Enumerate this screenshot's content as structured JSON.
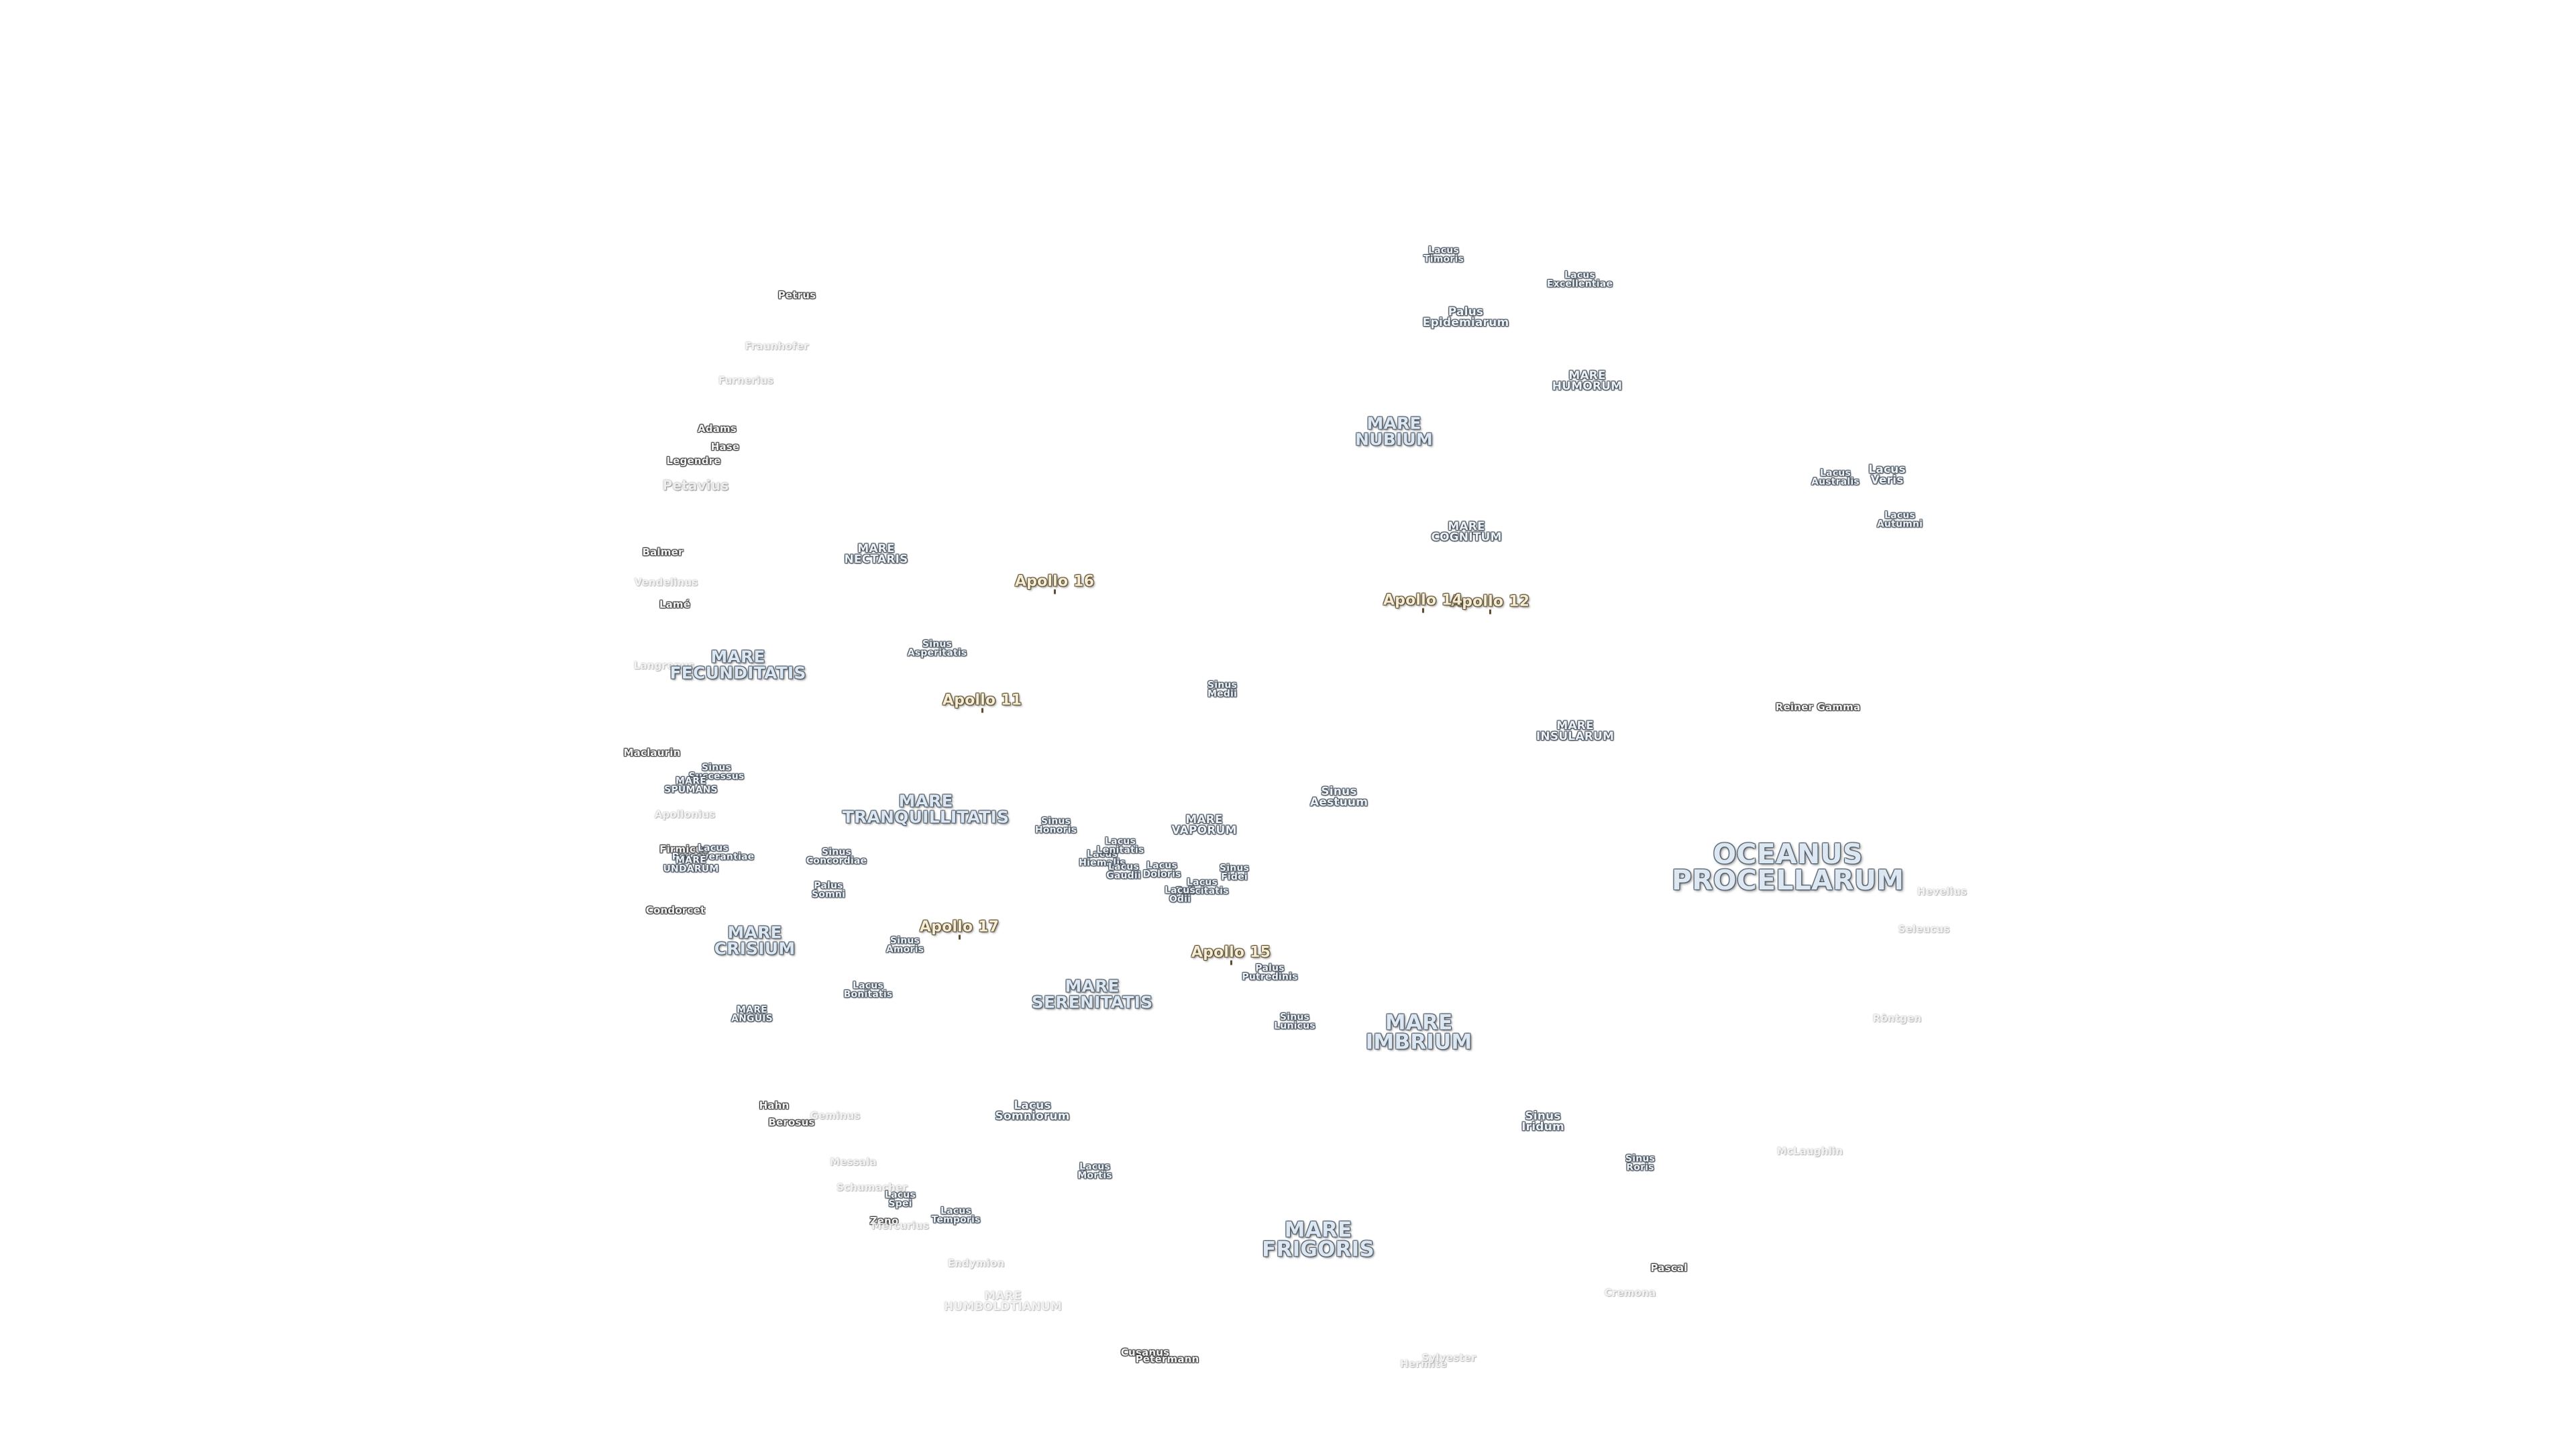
{
  "map": {
    "maria": [
      {
        "id": "oceanus-procellarum",
        "text": "OCEANUS\nPROCELLARUM",
        "cls": "ocean"
      },
      {
        "id": "mare-frigoris",
        "text": "MARE\nFRIGORIS",
        "cls": "big"
      },
      {
        "id": "mare-imbrium",
        "text": "MARE\nIMBRIUM",
        "cls": "big"
      },
      {
        "id": "mare-serenitatis",
        "text": "MARE\nSERENITATIS",
        "cls": "mare"
      },
      {
        "id": "mare-tranquillitatis",
        "text": "MARE\nTRANQUILLITATIS",
        "cls": "mare"
      },
      {
        "id": "mare-crisium",
        "text": "MARE\nCRISIUM",
        "cls": "mare"
      },
      {
        "id": "mare-fecunditatis",
        "text": "MARE\nFECUNDITATIS",
        "cls": "mare"
      },
      {
        "id": "mare-nectaris",
        "text": "MARE\nNECTARIS",
        "cls": "small"
      },
      {
        "id": "mare-nubium",
        "text": "MARE\nNUBIUM",
        "cls": "mare"
      },
      {
        "id": "mare-humorum",
        "text": "MARE\nHUMORUM",
        "cls": "small"
      },
      {
        "id": "mare-cognitum",
        "text": "MARE\nCOGNITUM",
        "cls": "small"
      },
      {
        "id": "mare-insularum",
        "text": "MARE\nINSULARUM",
        "cls": "small"
      },
      {
        "id": "mare-vaporum",
        "text": "MARE\nVAPORUM",
        "cls": "small"
      },
      {
        "id": "mare-anguis",
        "text": "MARE\nANGUIS",
        "cls": "mini"
      },
      {
        "id": "mare-undarum",
        "text": "MARE\nUNDARUM",
        "cls": "mini"
      },
      {
        "id": "mare-spumans",
        "text": "MARE\nSPUMANS",
        "cls": "mini"
      },
      {
        "id": "mare-humboldtianum",
        "text": "MARE\nHUMBOLDTIANUM",
        "cls": "faintmare"
      }
    ],
    "features": [
      {
        "id": "lacus-timoris",
        "text": "Lacus\nTimoris",
        "cls": "mini"
      },
      {
        "id": "lacus-excellentiae",
        "text": "Lacus\nExcellentiae",
        "cls": "mini"
      },
      {
        "id": "palus-epidemiarum",
        "text": "Palus\nEpidemiarum",
        "cls": "small"
      },
      {
        "id": "lacus-veris",
        "text": "Lacus\nVeris",
        "cls": "small"
      },
      {
        "id": "lacus-australis",
        "text": "Lacus\nAustralis",
        "cls": "mini"
      },
      {
        "id": "lacus-autumni",
        "text": "Lacus\nAutumni",
        "cls": "mini"
      },
      {
        "id": "sinus-asperitatis",
        "text": "Sinus\nAsperitatis",
        "cls": "mini"
      },
      {
        "id": "sinus-medii",
        "text": "Sinus\nMedii",
        "cls": "mini"
      },
      {
        "id": "sinus-aestuum",
        "text": "Sinus\nAestuum",
        "cls": "small"
      },
      {
        "id": "sinus-successus",
        "text": "Sinus\nSuccessus",
        "cls": "mini"
      },
      {
        "id": "sinus-honoris",
        "text": "Sinus\nHonoris",
        "cls": "mini"
      },
      {
        "id": "sinus-concordiae",
        "text": "Sinus\nConcordiae",
        "cls": "mini"
      },
      {
        "id": "palus-somni",
        "text": "Palus\nSomni",
        "cls": "mini"
      },
      {
        "id": "lacus-hiemalis",
        "text": "Lacus\nHiemalis",
        "cls": "mini"
      },
      {
        "id": "lacus-lenitatis",
        "text": "Lacus\nLenitatis",
        "cls": "mini"
      },
      {
        "id": "lacus-gaudii",
        "text": "Lacus\nGaudii",
        "cls": "mini"
      },
      {
        "id": "lacus-doloris",
        "text": "Lacus\nDoloris",
        "cls": "mini"
      },
      {
        "id": "lacus-felicitatis",
        "text": "Lacus\nFelicitatis",
        "cls": "mini"
      },
      {
        "id": "lacus-odii",
        "text": "Lacus\nOdii",
        "cls": "mini"
      },
      {
        "id": "sinus-fidei",
        "text": "Sinus\nFidei",
        "cls": "mini"
      },
      {
        "id": "lacus-perseverantiae",
        "text": "Lacus\nPerseverantiae",
        "cls": "mini"
      },
      {
        "id": "sinus-amoris",
        "text": "Sinus\nAmoris",
        "cls": "mini"
      },
      {
        "id": "lacus-bonitatis",
        "text": "Lacus\nBonitatis",
        "cls": "mini"
      },
      {
        "id": "palus-putredinis",
        "text": "Palus\nPutredinis",
        "cls": "mini"
      },
      {
        "id": "sinus-lunicus",
        "text": "Sinus\nLunicus",
        "cls": "mini"
      },
      {
        "id": "lacus-somniorum",
        "text": "Lacus\nSomniorum",
        "cls": "small"
      },
      {
        "id": "lacus-mortis",
        "text": "Lacus\nMortis",
        "cls": "mini"
      },
      {
        "id": "lacus-spei",
        "text": "Lacus\nSpei",
        "cls": "mini"
      },
      {
        "id": "lacus-temporis",
        "text": "Lacus\nTemporis",
        "cls": "mini"
      },
      {
        "id": "sinus-iridum",
        "text": "Sinus\nIridum",
        "cls": "small"
      },
      {
        "id": "sinus-roris",
        "text": "Sinus\nRoris",
        "cls": "mini"
      }
    ],
    "craters": [
      {
        "id": "petavius",
        "text": "Petavius",
        "cls": "faintbig"
      },
      {
        "id": "petrus",
        "text": "Petrus",
        "cls": "crater"
      },
      {
        "id": "furnerius",
        "text": "Furnerius",
        "cls": "faint"
      },
      {
        "id": "fraunhofer",
        "text": "Fraunhofer",
        "cls": "faint"
      },
      {
        "id": "adams",
        "text": "Adams",
        "cls": "crater"
      },
      {
        "id": "hase",
        "text": "Hase",
        "cls": "crater"
      },
      {
        "id": "legendre",
        "text": "Legendre",
        "cls": "crater"
      },
      {
        "id": "balmer",
        "text": "Balmer",
        "cls": "crater"
      },
      {
        "id": "vendelinus",
        "text": "Vendelinus",
        "cls": "faint"
      },
      {
        "id": "lame",
        "text": "Lamé",
        "cls": "crater"
      },
      {
        "id": "langrenus",
        "text": "Langrenus",
        "cls": "faint"
      },
      {
        "id": "maclaurin",
        "text": "Maclaurin",
        "cls": "crater"
      },
      {
        "id": "apollonius",
        "text": "Apollonius",
        "cls": "faint"
      },
      {
        "id": "firmicus",
        "text": "Firmicus",
        "cls": "crater"
      },
      {
        "id": "condorcet",
        "text": "Condorcet",
        "cls": "crater"
      },
      {
        "id": "hahn",
        "text": "Hahn",
        "cls": "crater"
      },
      {
        "id": "berosus",
        "text": "Berosus",
        "cls": "crater"
      },
      {
        "id": "geminus",
        "text": "Geminus",
        "cls": "faint"
      },
      {
        "id": "messala",
        "text": "Messala",
        "cls": "faint"
      },
      {
        "id": "schumacher",
        "text": "Schumacher",
        "cls": "faint"
      },
      {
        "id": "zeno",
        "text": "Zeno",
        "cls": "crater"
      },
      {
        "id": "mercurius",
        "text": "Mercurius",
        "cls": "faint"
      },
      {
        "id": "endymion",
        "text": "Endymion",
        "cls": "faint"
      },
      {
        "id": "cusanus",
        "text": "Cusanus",
        "cls": "crater"
      },
      {
        "id": "petermann",
        "text": "Petermann",
        "cls": "crater"
      },
      {
        "id": "hermite",
        "text": "Hermite",
        "cls": "faint"
      },
      {
        "id": "sylvester",
        "text": "Sylvester",
        "cls": "faint"
      },
      {
        "id": "reiner-gamma",
        "text": "Reiner Gamma",
        "cls": "crater"
      },
      {
        "id": "hevelius",
        "text": "Hevelius",
        "cls": "faint"
      },
      {
        "id": "seleucus",
        "text": "Seleucus",
        "cls": "faint"
      },
      {
        "id": "rontgen",
        "text": "Röntgen",
        "cls": "faint"
      },
      {
        "id": "mclaughlin",
        "text": "McLaughlin",
        "cls": "faint"
      },
      {
        "id": "pascal",
        "text": "Pascal",
        "cls": "crater"
      },
      {
        "id": "cremona",
        "text": "Cremona",
        "cls": "faint"
      }
    ],
    "apollo": [
      {
        "id": "apollo-11",
        "text": "Apollo 11"
      },
      {
        "id": "apollo-12",
        "text": "Apollo 12"
      },
      {
        "id": "apollo-14",
        "text": "Apollo 14"
      },
      {
        "id": "apollo-15",
        "text": "Apollo 15"
      },
      {
        "id": "apollo-16",
        "text": "Apollo 16"
      },
      {
        "id": "apollo-17",
        "text": "Apollo 17"
      }
    ]
  }
}
